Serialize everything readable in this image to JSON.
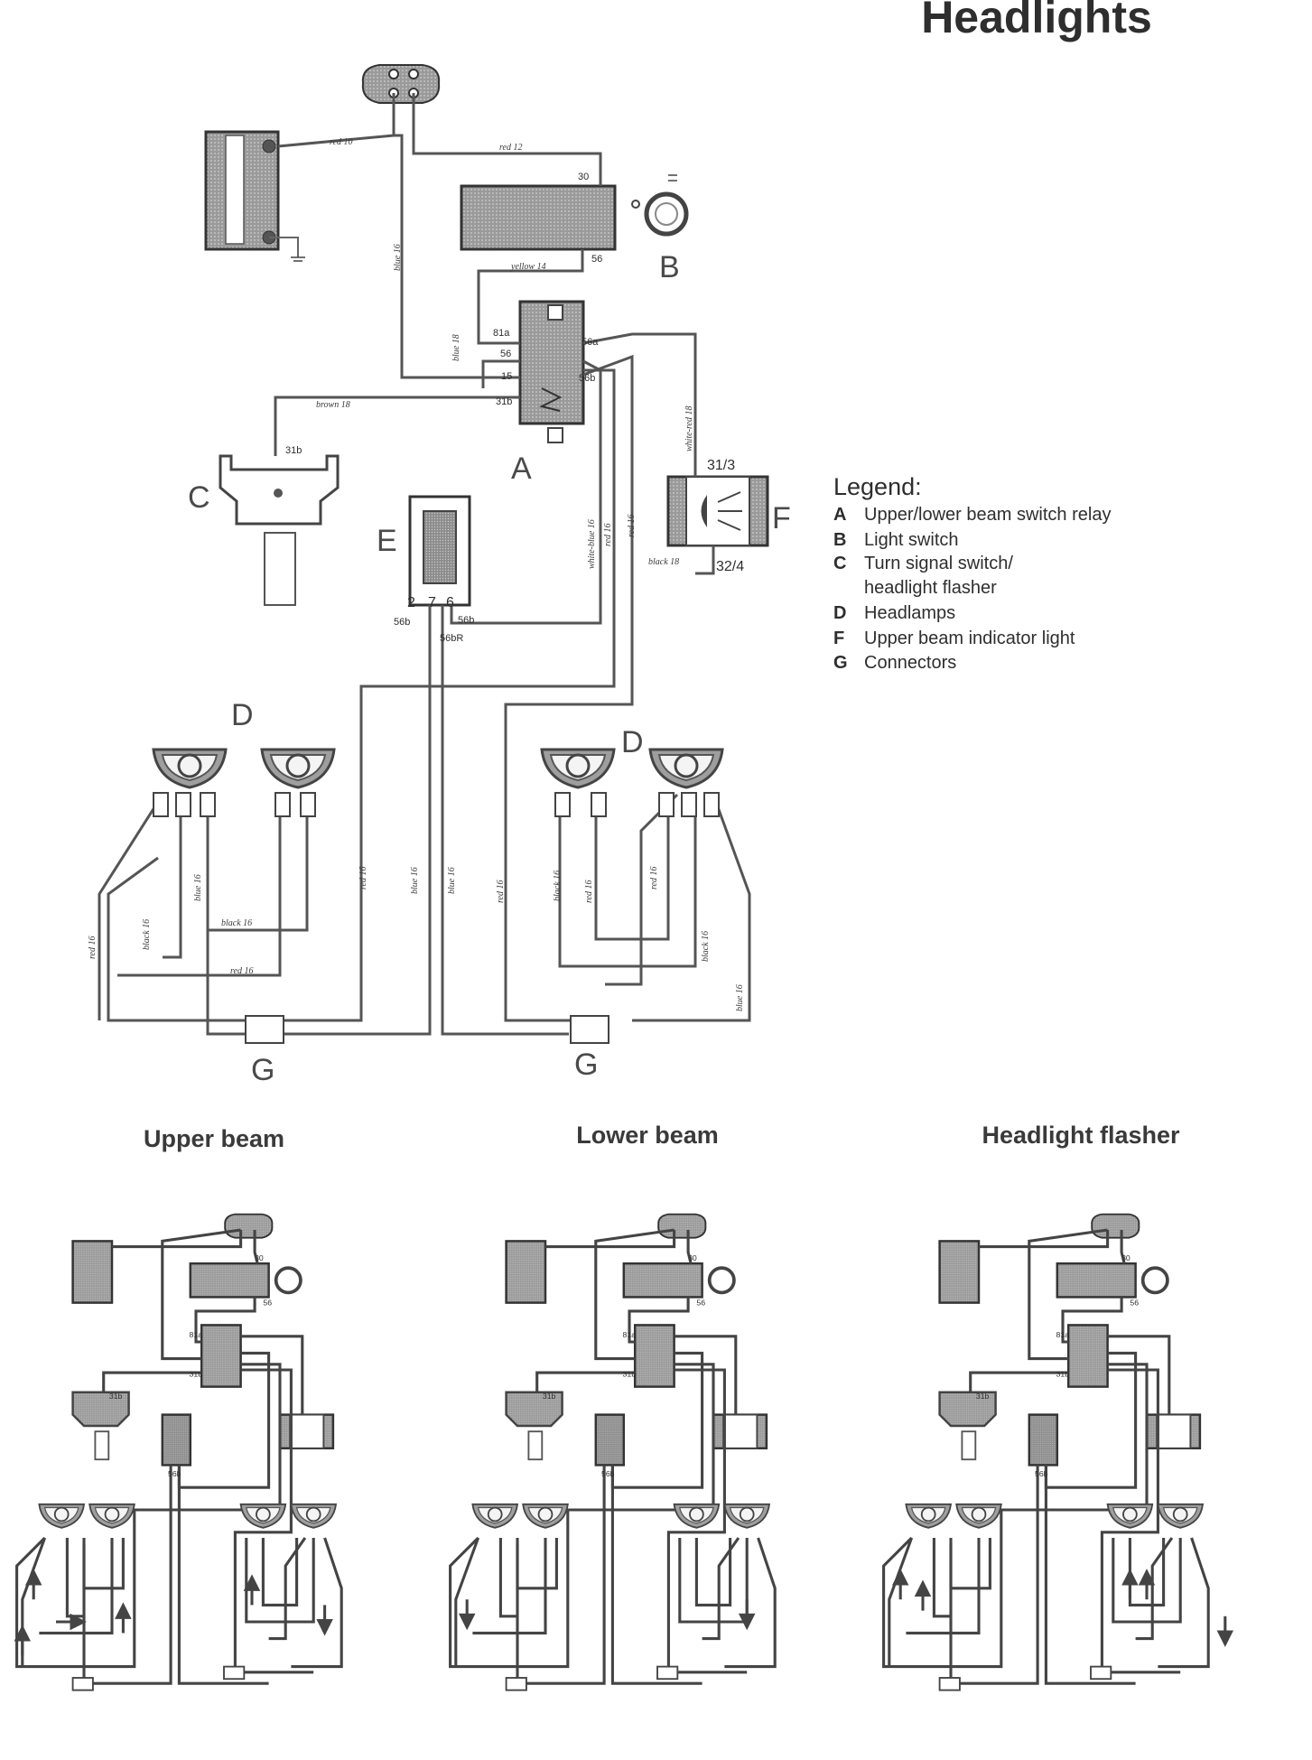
{
  "title": "Headlights",
  "main": {
    "wire_labels": [
      "red 10",
      "red 12",
      "blue 16",
      "yellow 14",
      "blue 18",
      "brown 18",
      "white-red 18",
      "white-blue 16",
      "red 16",
      "red 16",
      "black 18",
      "red 16",
      "black 16",
      "blue 16",
      "black 16",
      "red 16",
      "red 16",
      "blue 16",
      "blue 16",
      "red 16",
      "black 16",
      "red 16",
      "red 16",
      "black 16",
      "blue 16"
    ],
    "terminals": {
      "t30": "30",
      "t56": "56",
      "t81a": "81a",
      "t56_a": "56",
      "t15": "15",
      "t31b_a": "31b",
      "t56a": "56a",
      "t56b": "56b",
      "t31b_c": "31b",
      "t2": "2",
      "t7": "7",
      "t6": "6",
      "t56b_l": "56b",
      "t56bR": "56bR",
      "t56b_r": "56b",
      "t31_3": "31/3",
      "t32_4": "32/4"
    },
    "components": {
      "A": "A",
      "B": "B",
      "C": "C",
      "D1": "D",
      "D2": "D",
      "E": "E",
      "F": "F",
      "G1": "G",
      "G2": "G"
    }
  },
  "legend": {
    "heading": "Legend:",
    "items": [
      {
        "key": "A",
        "text": "Upper/lower beam switch relay"
      },
      {
        "key": "B",
        "text": "Light switch"
      },
      {
        "key": "C",
        "text": "Turn signal switch/"
      },
      {
        "key": "",
        "text": "headlight flasher"
      },
      {
        "key": "D",
        "text": "Headlamps"
      },
      {
        "key": "F",
        "text": "Upper beam indicator light"
      },
      {
        "key": "G",
        "text": "Connectors"
      }
    ]
  },
  "small_diagrams": [
    {
      "title": "Upper beam",
      "t30": "30",
      "t56": "56",
      "t81a": "81a",
      "t31b": "31b",
      "t56b": "56b",
      "t31b_c": "31b"
    },
    {
      "title": "Lower beam",
      "t30": "30",
      "t56": "56",
      "t81a": "81a",
      "t31b": "31b",
      "t56b": "56b",
      "t31b_c": "31b"
    },
    {
      "title": "Headlight flasher",
      "t30": "30",
      "t56": "56",
      "t81a": "81a",
      "t31b": "31b",
      "t56b": "56b",
      "t31b_c": "31b"
    }
  ]
}
